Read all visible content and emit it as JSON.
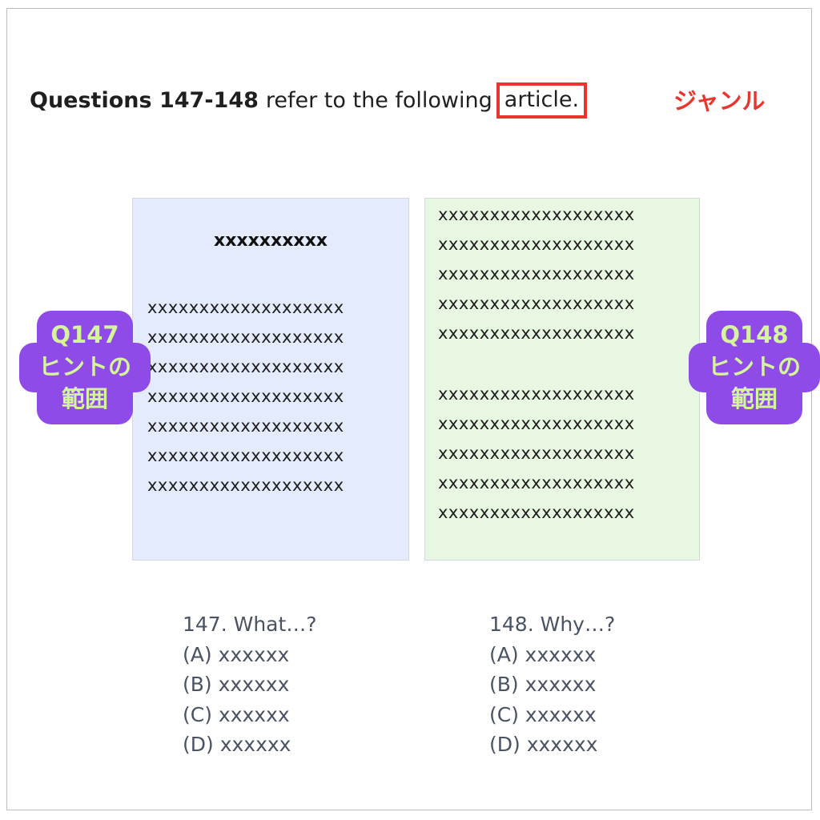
{
  "header": {
    "question_range": "Questions 147-148",
    "intro_text": "refer to the following",
    "genre_word": "article.",
    "genre_label": "ジャンル"
  },
  "passage_left": {
    "title": "xxxxxxxxxx",
    "lines": [
      "xxxxxxxxxxxxxxxxxxx",
      "xxxxxxxxxxxxxxxxxxx",
      "xxxxxxxxxxxxxxxxxxx",
      "xxxxxxxxxxxxxxxxxxx",
      "xxxxxxxxxxxxxxxxxxx",
      "xxxxxxxxxxxxxxxxxxx",
      "xxxxxxxxxxxxxxxxxxx"
    ]
  },
  "passage_right": {
    "paragraph1": [
      "xxxxxxxxxxxxxxxxxxx",
      "xxxxxxxxxxxxxxxxxxx",
      "xxxxxxxxxxxxxxxxxxx",
      "xxxxxxxxxxxxxxxxxxx",
      "xxxxxxxxxxxxxxxxxxx"
    ],
    "paragraph2": [
      "xxxxxxxxxxxxxxxxxxx",
      "xxxxxxxxxxxxxxxxxxx",
      "xxxxxxxxxxxxxxxxxxx",
      "xxxxxxxxxxxxxxxxxxx",
      "xxxxxxxxxxxxxxxxxxx"
    ]
  },
  "hints": {
    "left": {
      "line1": "Q147",
      "line2": "ヒントの",
      "line3": "範囲"
    },
    "right": {
      "line1": "Q148",
      "line2": "ヒントの",
      "line3": "範囲"
    }
  },
  "questions": {
    "q147": {
      "stem": "147. What…?",
      "choices": [
        "(A) xxxxxx",
        "(B) xxxxxx",
        "(C) xxxxxx",
        "(D) xxxxxx"
      ]
    },
    "q148": {
      "stem": "148. Why…?",
      "choices": [
        "(A) xxxxxx",
        "(B) xxxxxx",
        "(C) xxxxxx",
        "(D) xxxxxx"
      ]
    }
  },
  "colors": {
    "highlight_red": "#e8362e",
    "badge_purple": "#8f4be8",
    "badge_text": "#d5f59b",
    "left_panel": "#e3ebfc",
    "right_panel": "#e7f7e1",
    "question_text": "#4a5363"
  }
}
